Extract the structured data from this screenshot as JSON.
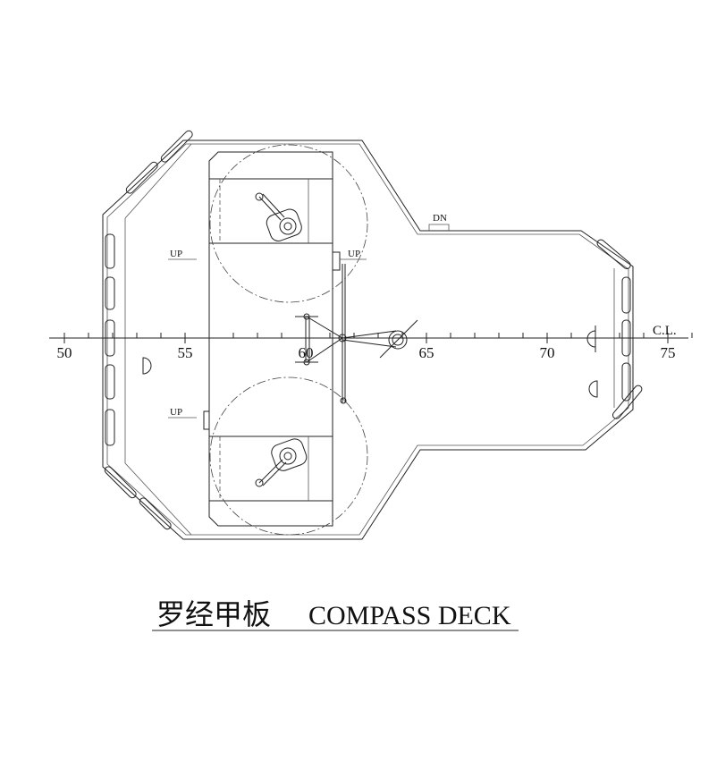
{
  "drawing": {
    "title_cn": "罗经甲板",
    "title_en": "COMPASS DECK",
    "centerline_label": "C.L.",
    "frame_labels": [
      "50",
      "55",
      "60",
      "65",
      "70",
      "75"
    ],
    "annotations": {
      "up_left_top": "UP",
      "up_right_top": "UP",
      "up_left_bottom": "UP",
      "down": "DN"
    },
    "line_color": "#222222"
  }
}
